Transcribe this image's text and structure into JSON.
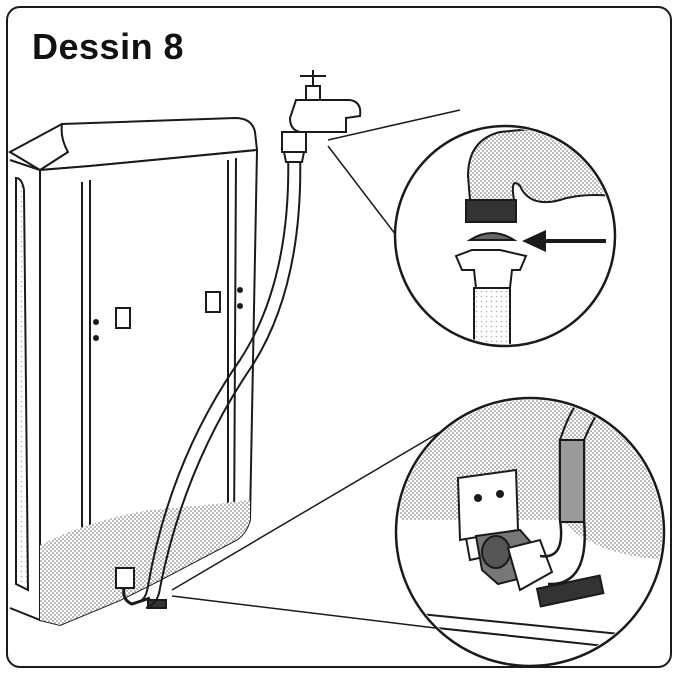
{
  "figure": {
    "title": "Dessin 8",
    "colors": {
      "ink": "#1a1a1a",
      "shade": "#9a9a9a",
      "light_shade": "#d4d4d4",
      "background": "#ffffff"
    },
    "parts": {
      "washer": "washing-machine",
      "tap": "water-tap",
      "hose": "inlet-hose",
      "detail_top": "tap-connection-with-seal-detail",
      "detail_bottom": "machine-inlet-connection-detail",
      "arrow": "arrow-pointing-to-seal"
    }
  }
}
